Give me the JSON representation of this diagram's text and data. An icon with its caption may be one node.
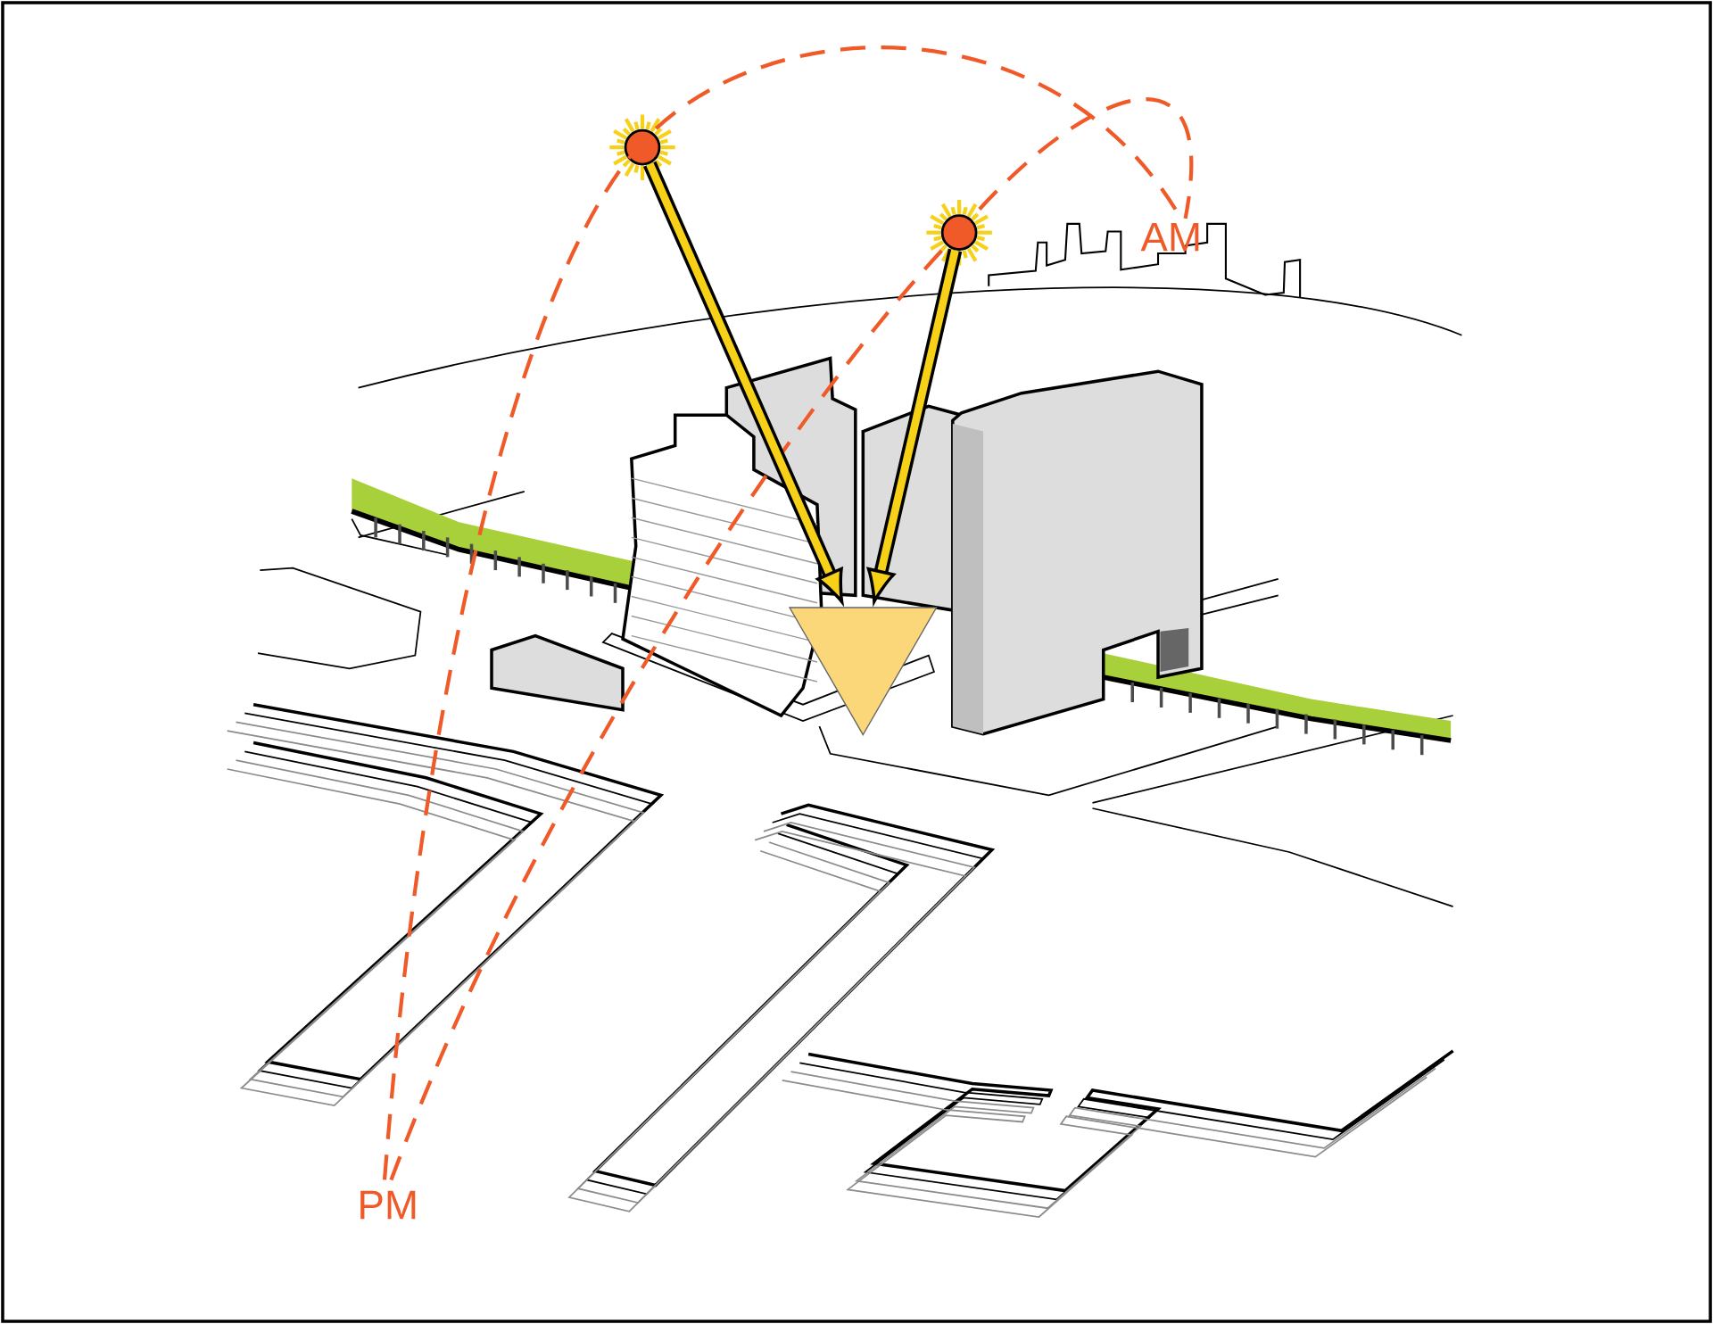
{
  "diagram": {
    "nodes": [
      {
        "text": [],
        "shape": "circle"
      },
      {
        "text": [],
        "shape": "circle"
      },
      {
        "text": [],
        "shape": "triangle"
      }
    ],
    "edges": [
      {
        "from": 0,
        "to": 2,
        "arrow": "to"
      },
      {
        "from": 1,
        "to": 2,
        "arrow": "to"
      }
    ],
    "labels": [
      "AM",
      "PM"
    ]
  }
}
